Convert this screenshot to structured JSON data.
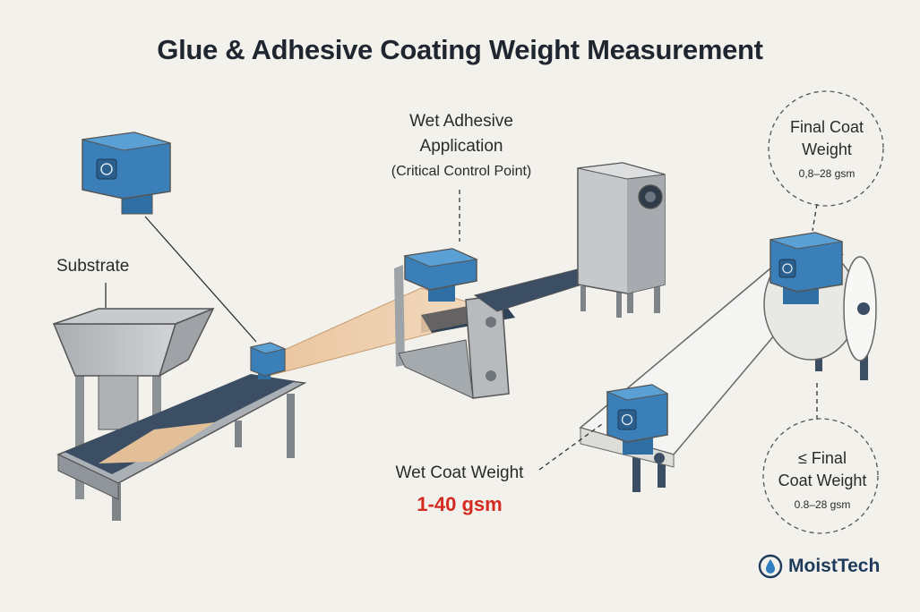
{
  "title": "Glue & Adhesive Coating Weight Measurement",
  "labels": {
    "wet_application": {
      "line1": "Wet Adhesive",
      "line2": "Application",
      "line3": "(Critical Control Point)"
    },
    "substrate": "Substrate",
    "wet_coat_weight": {
      "label": "Wet Coat Weight",
      "value": "1-40 gsm"
    },
    "final_coat_weight": {
      "line1": "Final Coat",
      "line2": "Weight",
      "range": "0,8–28 gsm"
    },
    "le_final_coat_weight": {
      "line1": "≤ Final",
      "line2": "Coat Weight",
      "range": "0.8–28 gsm"
    }
  },
  "brand": {
    "name": "MoistTech",
    "icon": "water-drop-icon"
  },
  "colors": {
    "sensor_blue": "#3a7fb8",
    "belt_dark": "#3b4e63",
    "adhesive_tan": "#e8c9a6",
    "frame_gray": "#b9bcbf",
    "wet_value_red": "#d42a20"
  }
}
